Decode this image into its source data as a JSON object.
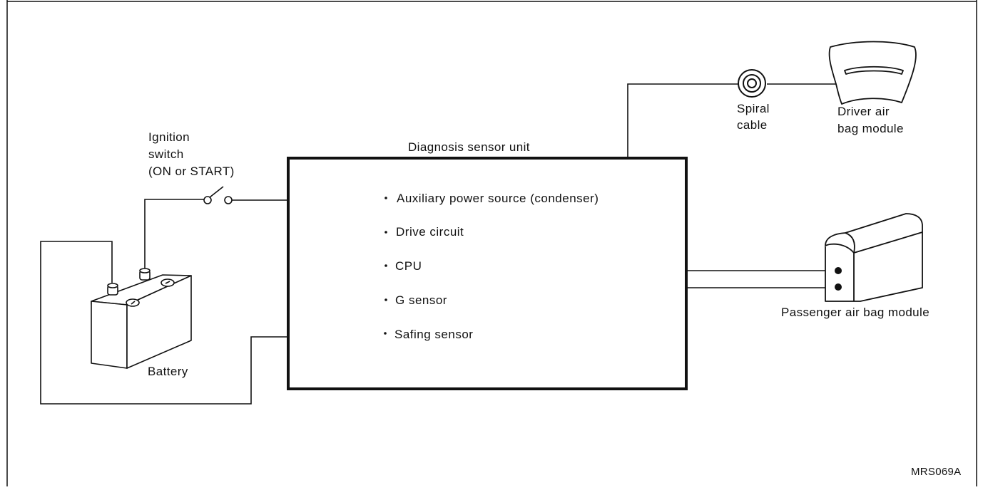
{
  "labels": {
    "ignition_line1": "Ignition",
    "ignition_line2": "switch",
    "ignition_line3": "(ON or START)",
    "battery": "Battery",
    "unit_title": "Diagnosis sensor unit",
    "spiral_line1": "Spiral",
    "spiral_line2": "cable",
    "driver_line1": "Driver air",
    "driver_line2": "bag module",
    "passenger": "Passenger air bag module",
    "figure_code": "MRS069A"
  },
  "unit_items": [
    "Auxiliary power source (condenser)",
    "Drive circuit",
    "CPU",
    "G sensor",
    "Safing sensor"
  ]
}
